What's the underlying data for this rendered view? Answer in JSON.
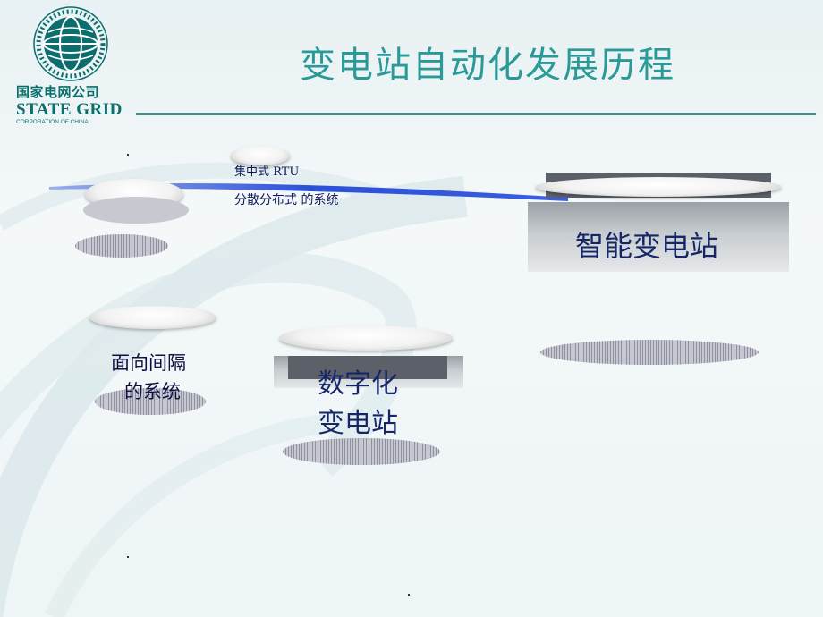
{
  "header": {
    "title": "变电站自动化发展历程"
  },
  "logo": {
    "name_cn": "国家电网公司",
    "name_en": "STATE GRID",
    "subtitle": "CORPORATION OF CHINA",
    "ring_text": "STATE GRID CORPORATION OF CHINA"
  },
  "stages": {
    "stage1_line1": "集中式 RTU",
    "stage1_line2": "分散分布式 的系统",
    "stage2_line1": "面向间隔",
    "stage2_line2": "的系统",
    "stage3_line1": "数字化",
    "stage3_line2": "变电站",
    "stage4": "智能变电站"
  },
  "colors": {
    "title": "#2a9a98",
    "rule": "#4a8a88",
    "logo": "#0b6e6c",
    "label": "#152668",
    "arrow": "#2b4fd8"
  }
}
